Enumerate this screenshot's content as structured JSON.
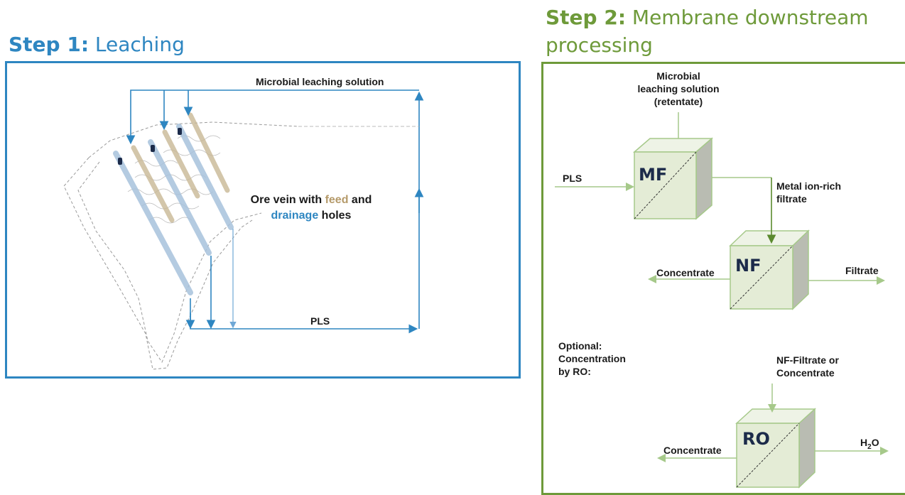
{
  "step1": {
    "title_bold": "Step 1:",
    "title_rest": " Leaching",
    "top_label": "Microbial leaching solution",
    "ore_vein_prefix": "Ore vein with ",
    "feed_word": "feed",
    "ore_vein_mid": " and",
    "drainage_word": "drainage",
    "ore_vein_suffix": " holes",
    "pls_label": "PLS"
  },
  "step2": {
    "title_bold": "Step 2:",
    "title_line1": " Membrane downstream",
    "title_line2": "processing",
    "retentate_line1": "Microbial",
    "retentate_line2": "leaching solution",
    "retentate_line3": "(retentate)",
    "pls_label": "PLS",
    "mf_label": "MF",
    "filtrate_line1": "Metal ion-rich",
    "filtrate_line2": "filtrate",
    "nf_label": "NF",
    "nf_concentrate": "Concentrate",
    "nf_filtrate": "Filtrate",
    "optional_line1": "Optional:",
    "optional_line2": "Concentration",
    "optional_line3": "by RO:",
    "ro_input_line1": "NF-Filtrate or",
    "ro_input_line2": "Concentrate",
    "ro_label": "RO",
    "ro_concentrate": "Concentrate",
    "ro_output": "H",
    "ro_output_sub": "2",
    "ro_output_tail": "O"
  },
  "colors": {
    "step1_accent": "#2e86c1",
    "step2_accent": "#6e9a3a",
    "cube_face": "#e4ecd6",
    "cube_side": "#b9bcb2",
    "arrow_green": "#a6c98a"
  }
}
